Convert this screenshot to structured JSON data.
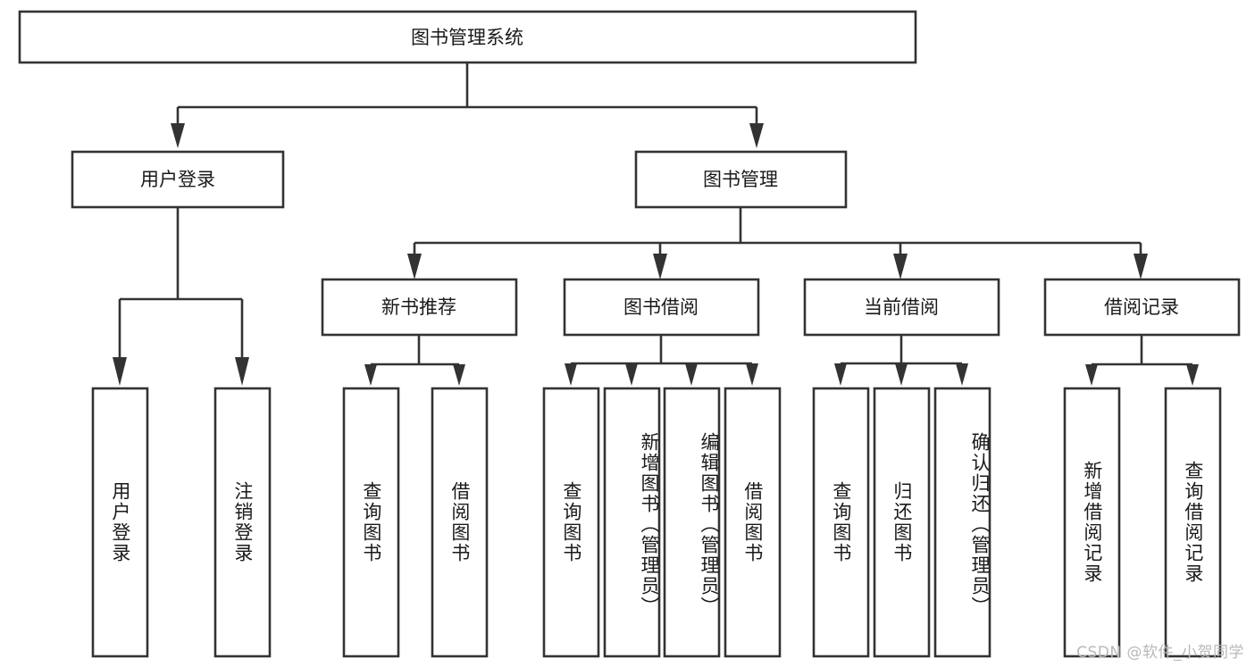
{
  "diagram": {
    "title": "图书管理系统",
    "type": "tree-hierarchy-diagram",
    "colors": {
      "stroke": "#333333",
      "fill": "#ffffff",
      "text": "#1a1a1a",
      "watermark": "#b8b8b8"
    },
    "root": {
      "id": "root",
      "label": "图书管理系统"
    },
    "level2": [
      {
        "id": "user-login",
        "label": "用户登录"
      },
      {
        "id": "book-management",
        "label": "图书管理"
      }
    ],
    "level3": [
      {
        "id": "new-book-recommend",
        "label": "新书推荐",
        "parent": "book-management"
      },
      {
        "id": "book-borrow",
        "label": "图书借阅",
        "parent": "book-management"
      },
      {
        "id": "current-borrow",
        "label": "当前借阅",
        "parent": "book-management"
      },
      {
        "id": "borrow-records",
        "label": "借阅记录",
        "parent": "book-management"
      }
    ],
    "leaves": {
      "user-login": [
        {
          "id": "leaf-user-login",
          "label": "用户登录"
        },
        {
          "id": "leaf-user-logout",
          "label": "注销登录"
        }
      ],
      "new-book-recommend": [
        {
          "id": "leaf-query-book-1",
          "label": "查询图书"
        },
        {
          "id": "leaf-borrow-book-1",
          "label": "借阅图书"
        }
      ],
      "book-borrow": [
        {
          "id": "leaf-query-book-2",
          "label": "查询图书"
        },
        {
          "id": "leaf-add-book",
          "label": "新增图书（管理员）"
        },
        {
          "id": "leaf-edit-book",
          "label": "编辑图书（管理员）"
        },
        {
          "id": "leaf-borrow-book-2",
          "label": "借阅图书"
        }
      ],
      "current-borrow": [
        {
          "id": "leaf-query-book-3",
          "label": "查询图书"
        },
        {
          "id": "leaf-return-book",
          "label": "归还图书"
        },
        {
          "id": "leaf-confirm-return",
          "label": "确认归还（管理员）"
        }
      ],
      "borrow-records": [
        {
          "id": "leaf-add-record",
          "label": "新增借阅记录"
        },
        {
          "id": "leaf-query-record",
          "label": "查询借阅记录"
        }
      ]
    }
  },
  "watermark": {
    "text": "CSDN @软件_小贺同学"
  }
}
